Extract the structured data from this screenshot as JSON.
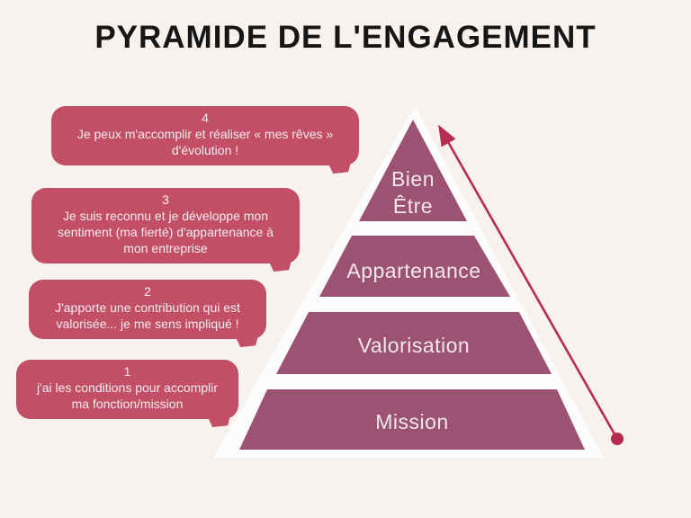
{
  "title": "PYRAMIDE DE L'ENGAGEMENT",
  "colors": {
    "background": "#f8f2ef",
    "bubble": "#c24f66",
    "pyramid": "#9b5273",
    "arrow": "#b52c4e",
    "backdrop": "#fdfcfc",
    "title_text": "#161616",
    "bubble_text": "#f6edf0",
    "level_text": "#f2e7ec"
  },
  "bubbles": [
    {
      "number": "4",
      "text": "Je peux m'accomplir et réaliser « mes rêves » d'évolution !"
    },
    {
      "number": "3",
      "text": "Je suis reconnu et je développe mon sentiment (ma fierté) d'appartenance à mon entreprise"
    },
    {
      "number": "2",
      "text": "J'apporte une contribution qui est valorisée... je me sens impliqué !"
    },
    {
      "number": "1",
      "text": "j'ai les conditions pour accomplir ma fonction/mission"
    }
  ],
  "pyramid": {
    "levels": [
      {
        "label": "Bien\nÊtre"
      },
      {
        "label": "Appartenance"
      },
      {
        "label": "Valorisation"
      },
      {
        "label": "Mission"
      }
    ]
  }
}
